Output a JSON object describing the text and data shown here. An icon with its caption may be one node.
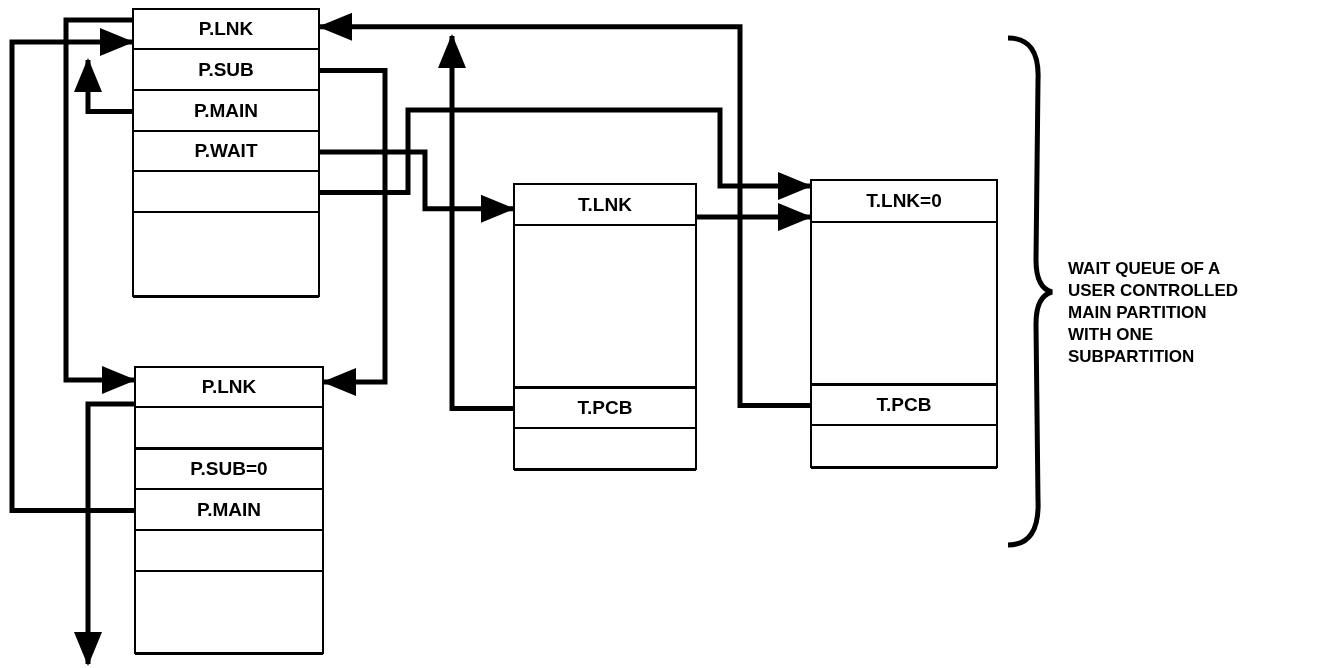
{
  "diagram": {
    "nodes": [
      {
        "text": [],
        "shape": "box"
      },
      {
        "text": [
          "P.LNK"
        ],
        "in": 0
      },
      {
        "text": [
          "P.SUB"
        ],
        "in": 0
      },
      {
        "text": [
          "P.MAIN"
        ],
        "in": 0
      },
      {
        "text": [
          "P.WAIT"
        ],
        "in": 0
      },
      {
        "text": [],
        "shape": "box",
        "in": 0
      },
      {
        "text": [],
        "shape": "box",
        "in": 0
      },
      {
        "text": [],
        "shape": "box"
      },
      {
        "text": [
          "P.LNK"
        ],
        "in": 7
      },
      {
        "text": [],
        "shape": "box",
        "in": 7
      },
      {
        "text": [
          "P.SUB=0"
        ],
        "in": 7
      },
      {
        "text": [
          "P.MAIN"
        ],
        "in": 7
      },
      {
        "text": [],
        "shape": "box",
        "in": 7
      },
      {
        "text": [],
        "shape": "box",
        "in": 7
      },
      {
        "text": [],
        "shape": "box"
      },
      {
        "text": [
          "T.LNK"
        ],
        "in": 14
      },
      {
        "text": [],
        "shape": "box",
        "in": 14
      },
      {
        "text": [
          "T.PCB"
        ],
        "in": 14
      },
      {
        "text": [],
        "shape": "box",
        "in": 14
      },
      {
        "text": [],
        "shape": "box"
      },
      {
        "text": [
          "T.LNK=0"
        ],
        "in": 19
      },
      {
        "text": [],
        "shape": "box",
        "in": 19
      },
      {
        "text": [
          "T.PCB"
        ],
        "in": 19
      },
      {
        "text": [],
        "shape": "box",
        "in": 19
      }
    ],
    "edges": [
      {
        "from": 1,
        "to": 8,
        "arrow": "to"
      },
      {
        "from": 2,
        "to": 8,
        "arrow": "to"
      },
      {
        "from": 3,
        "to": null,
        "arrow": "to"
      },
      {
        "from": 11,
        "to": 1,
        "arrow": "to"
      },
      {
        "from": 8,
        "to": null,
        "arrow": "to"
      },
      {
        "from": 4,
        "to": 15,
        "arrow": "to"
      },
      {
        "from": 5,
        "to": 20,
        "arrow": "to"
      },
      {
        "from": 15,
        "to": 20,
        "arrow": "to"
      },
      {
        "from": 17,
        "to": null,
        "arrow": "to"
      },
      {
        "from": 22,
        "to": 1,
        "arrow": "to"
      }
    ],
    "labels": [
      "WAIT QUEUE OF A USER CONTROLLED MAIN PARTITION WITH ONE SUBPARTITION"
    ]
  }
}
